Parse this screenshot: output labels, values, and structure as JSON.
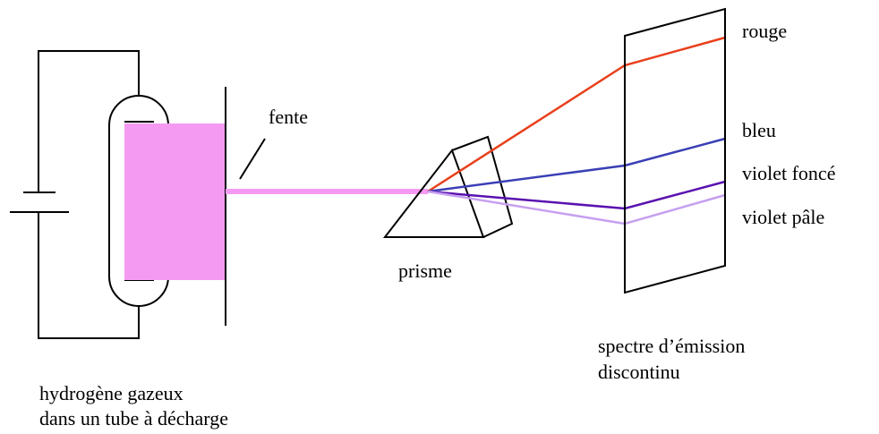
{
  "labels": {
    "fente": "fente",
    "prisme": "prisme",
    "tube_line1": "hydrogène gazeux",
    "tube_line2": "dans un tube à décharge",
    "spectre_line1": "spectre d’émission",
    "spectre_line2": "discontinu"
  },
  "spectral_lines": [
    {
      "name": "rouge",
      "color": "#e8401c"
    },
    {
      "name": "bleu",
      "color": "#3a3fb5"
    },
    {
      "name": "violet foncé",
      "color": "#5a12b0"
    },
    {
      "name": "violet pâle",
      "color": "#c6a0f0"
    }
  ],
  "colors": {
    "gas_glow": "#f59af2",
    "outline": "#000000"
  }
}
